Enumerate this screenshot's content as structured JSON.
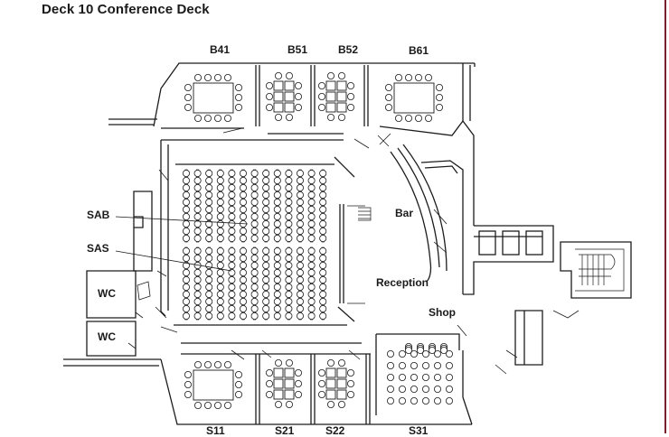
{
  "title": "Deck 10 Conference Deck",
  "colors": {
    "frame": "#7a1f2b",
    "lines": "#1c1c1c",
    "background": "#ffffff"
  },
  "rooms": {
    "b41": "B41",
    "b51": "B51",
    "b52": "B52",
    "b61": "B61",
    "sab": "SAB",
    "sas": "SAS",
    "bar": "Bar",
    "reception": "Reception",
    "shop": "Shop",
    "wc_upper": "WC",
    "wc_lower": "WC",
    "s11": "S11",
    "s21": "S21",
    "s22": "S22",
    "s31": "S31"
  }
}
